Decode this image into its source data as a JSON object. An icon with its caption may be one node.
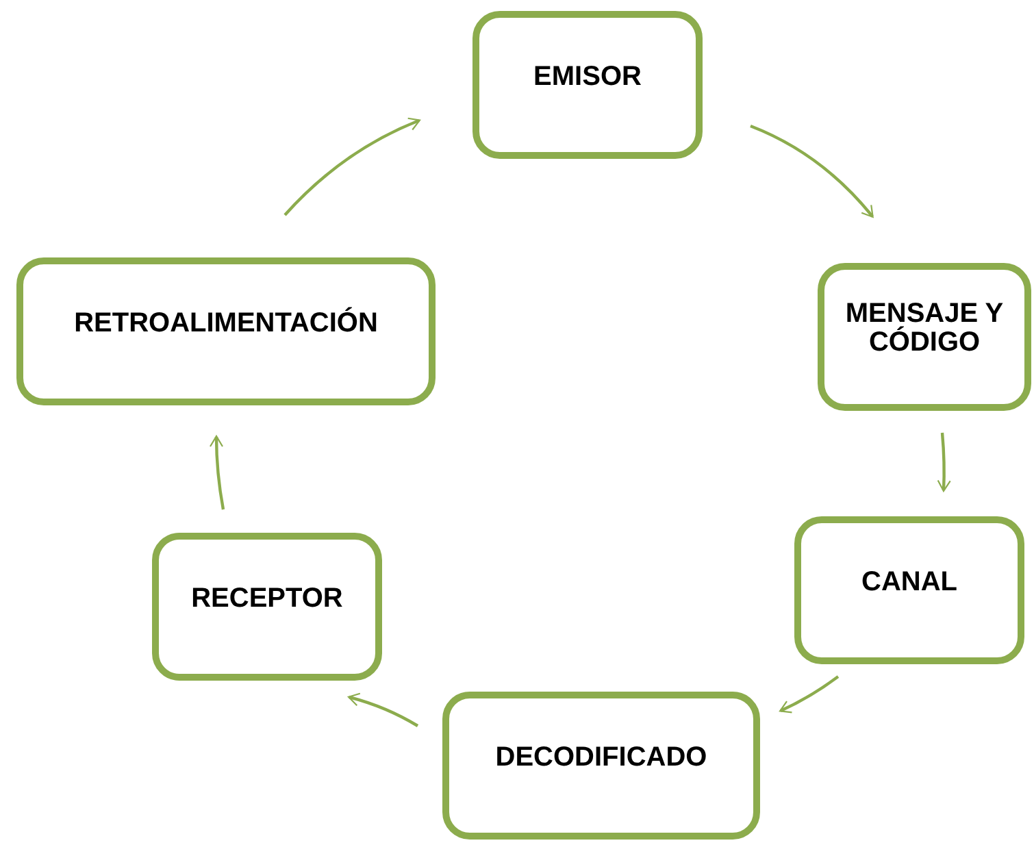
{
  "diagram": {
    "nodes": [
      {
        "text": [
          "EMISOR"
        ]
      },
      {
        "text": [
          "MENSAJE Y CÓDIGO"
        ]
      },
      {
        "text": [
          "CANAL"
        ]
      },
      {
        "text": [
          "DECODIFICADO"
        ]
      },
      {
        "text": [
          "RECEPTOR"
        ]
      },
      {
        "text": [
          "RETROALIMENTACIÓN"
        ]
      }
    ],
    "edges": [
      {
        "from": 0,
        "to": 1,
        "arrow": "to"
      },
      {
        "from": 1,
        "to": 2,
        "arrow": "to"
      },
      {
        "from": 2,
        "to": 3,
        "arrow": "to"
      },
      {
        "from": 3,
        "to": 4,
        "arrow": "to"
      },
      {
        "from": 4,
        "to": 5,
        "arrow": "to"
      },
      {
        "from": 5,
        "to": 0,
        "arrow": "to"
      }
    ]
  }
}
